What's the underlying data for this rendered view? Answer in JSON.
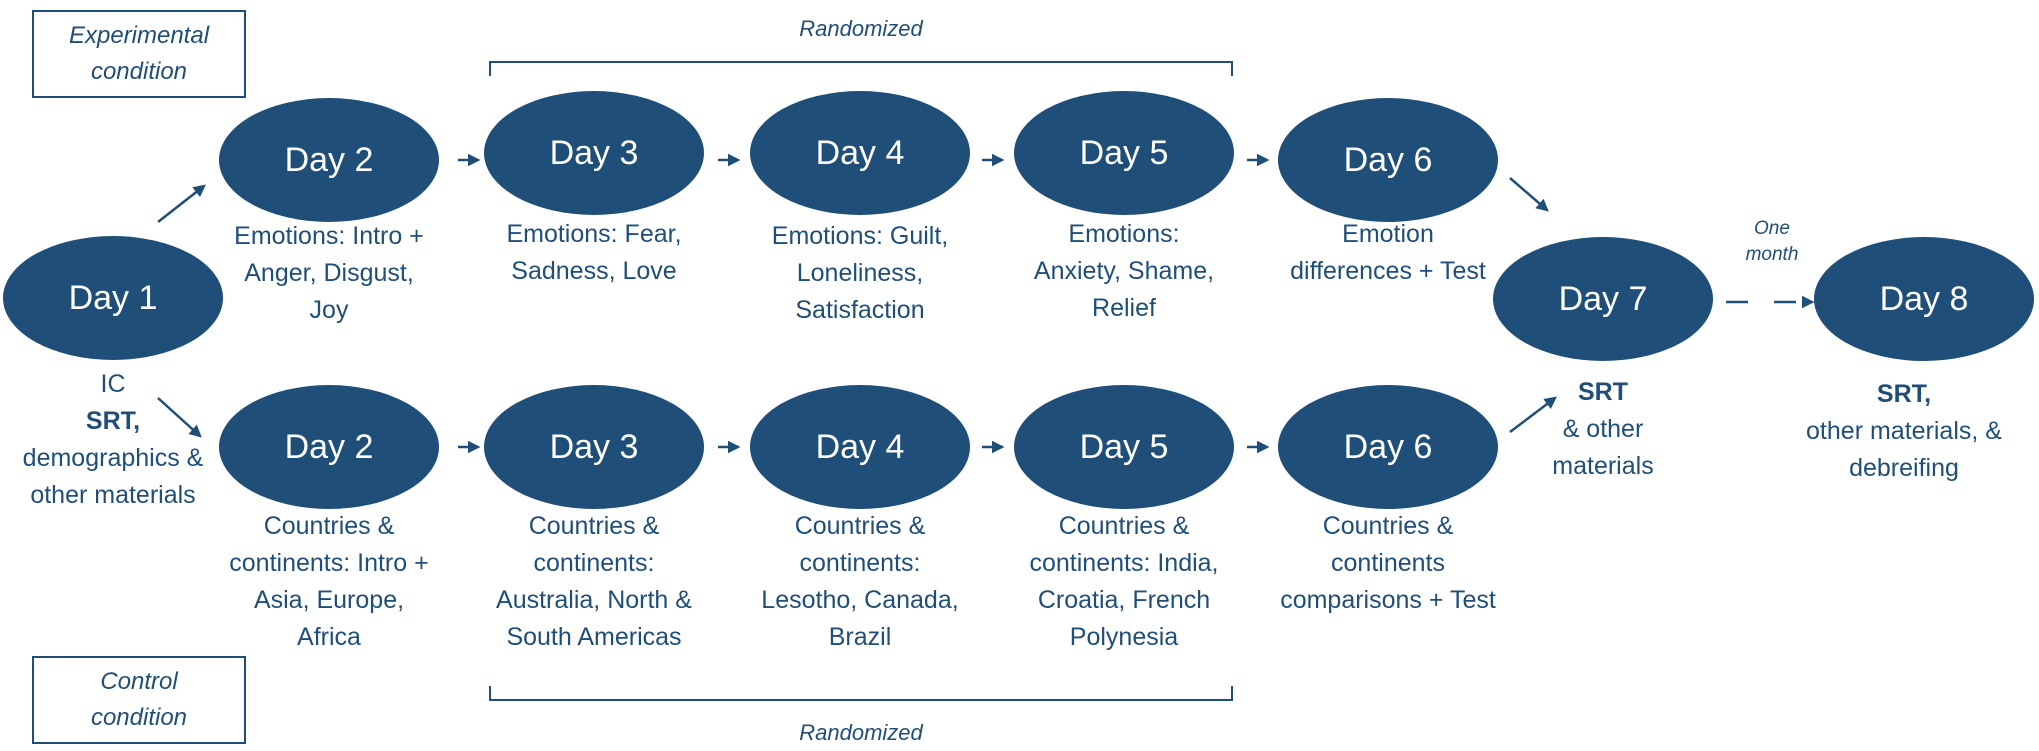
{
  "conditions": {
    "experimental": [
      "Experimental",
      "condition"
    ],
    "control": [
      "Control",
      "condition"
    ]
  },
  "randomized_label": "Randomized",
  "one_month": [
    "One",
    "month"
  ],
  "days": {
    "day1": "Day 1",
    "exp_day2": "Day 2",
    "exp_day3": "Day 3",
    "exp_day4": "Day 4",
    "exp_day5": "Day 5",
    "exp_day6": "Day 6",
    "ctrl_day2": "Day 2",
    "ctrl_day3": "Day 3",
    "ctrl_day4": "Day 4",
    "ctrl_day5": "Day 5",
    "ctrl_day6": "Day 6",
    "day7": "Day 7",
    "day8": "Day 8"
  },
  "descriptions": {
    "day1": {
      "lines": [
        "IC"
      ],
      "bold": [
        "SRT,"
      ],
      "after": [
        "demographics &",
        "other materials"
      ]
    },
    "exp_day2": [
      "Emotions: Intro +",
      "Anger, Disgust,",
      "Joy"
    ],
    "exp_day3": [
      "Emotions: Fear,",
      "Sadness, Love"
    ],
    "exp_day4": [
      "Emotions: Guilt,",
      "Loneliness,",
      "Satisfaction"
    ],
    "exp_day5": [
      "Emotions:",
      "Anxiety, Shame,",
      "Relief"
    ],
    "exp_day6": [
      "Emotion",
      "differences + Test"
    ],
    "ctrl_day2": [
      "Countries &",
      "continents: Intro +",
      "Asia, Europe,",
      "Africa"
    ],
    "ctrl_day3": [
      "Countries &",
      "continents:",
      "Australia, North &",
      "South Americas"
    ],
    "ctrl_day4": [
      "Countries &",
      "continents:",
      "Lesotho, Canada,",
      "Brazil"
    ],
    "ctrl_day5": [
      "Countries &",
      "continents: India,",
      "Croatia, French",
      "Polynesia"
    ],
    "ctrl_day6": [
      "Countries &",
      "continents",
      "comparisons + Test"
    ],
    "day7": {
      "bold": [
        "SRT"
      ],
      "after": [
        "& other",
        "materials"
      ]
    },
    "day8": {
      "bold": [
        "SRT,"
      ],
      "after": [
        "other materials, &",
        "debreifing"
      ]
    }
  },
  "colors": {
    "primary": "#1f4e79",
    "node_text": "#ffffff"
  }
}
